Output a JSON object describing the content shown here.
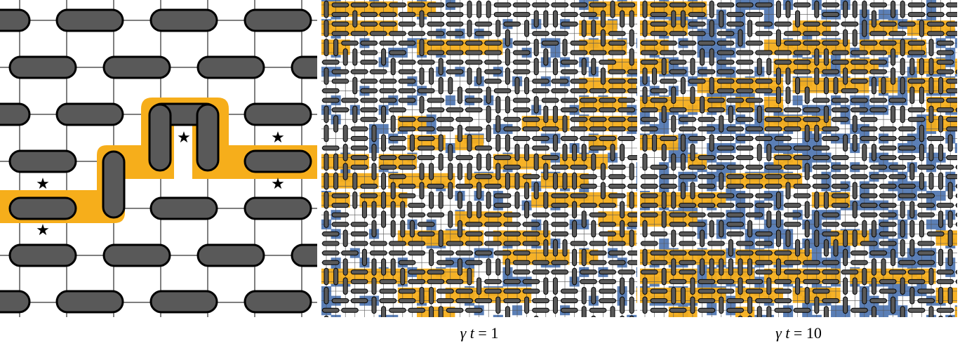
{
  "colors": {
    "dimer": "#595959",
    "path": "#f6ae1b",
    "domain": "#5b7fb6",
    "grid": "#555555",
    "background": "#ffffff"
  },
  "star_glyph": "★",
  "panels": [
    {
      "name": "zoom-lattice"
    },
    {
      "name": "lattice-gamma-t-1",
      "caption": {
        "prefix": "γ t",
        "equals": " = ",
        "value": "1"
      }
    },
    {
      "name": "lattice-gamma-t-10",
      "caption": {
        "prefix": "γ t",
        "equals": " = ",
        "value": "10"
      }
    }
  ]
}
